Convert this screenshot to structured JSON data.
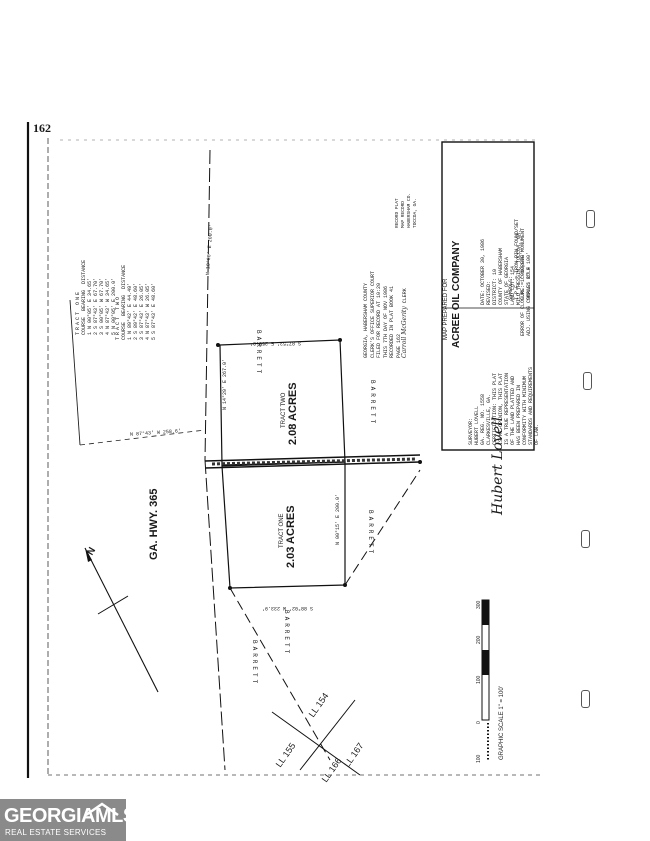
{
  "page_number": "162",
  "highway_label": "GA. HWY. 365",
  "north_label": "N",
  "tract_one": {
    "name": "TRACT ONE",
    "acres": "2.03 ACRES"
  },
  "tract_two": {
    "name": "TRACT TWO",
    "acres": "2.08 ACRES"
  },
  "land_lots": [
    "LL 154",
    "LL 155",
    "LL 166",
    "LL 167"
  ],
  "title_block": {
    "heading": "MAP PREPARED FOR",
    "company": "ACREE OIL COMPANY",
    "surveyor_lines": [
      "SURVEYOR:",
      "HUBERT LOVELL",
      "GA. REG. NO. 1558",
      "CLARKESVILLE, GA."
    ],
    "certification_lines": [
      "CERTIFICATION: THIS PLAT",
      "IS MY OPINION, THIS PLAT",
      "IS A TRUE REPRESENTATION",
      "OF THE LAND PLATTED AND",
      "HAS BEEN PREPARED IN",
      "CONFORMITY WITH MINIMUM",
      "STANDARDS AND REQUIREMENTS",
      "OF LAW."
    ],
    "error_lines": [
      "ERROR OF CLOSURE: 1'-10,000'",
      "ADJ. USING COMPASS RULE"
    ],
    "symbol_lines": [
      "SYMBOLS:",
      "I.P.F. = IRON PIN FOUND/SET",
      "C.M. = CONCRETE MONUMENT",
      "SCALE: 1\" = 100'"
    ],
    "location_lines": [
      "DATE: OCTOBER 30, 1986",
      "REVISED:",
      "DISTRICT: 10",
      "COUNTY OF HABERSHAM",
      "STATE OF GEORGIA",
      "LAND LOT: 154",
      "MILD THESSIN, TOCCOA, GA."
    ]
  },
  "recording_lines": [
    "GEORGIA, HABERSHAM COUNTY",
    "CLERK'S OFFICE SUPERIOR COURT",
    "FILED FOR RECORD AT 10:20",
    "THIS 7TH DAY OF NOV 1986",
    "RECORDED IN PLAT BOOK 41",
    "PAGE 162",
    "CLERK"
  ],
  "clerk_signature": "Carroll McGerity",
  "surveyor_signature": "Hubert Lovell",
  "small_block_lines": [
    "RECORD PLAT",
    "MAP RECORD",
    "HABERSHAM CO.",
    "TOCCOA, GA."
  ],
  "table_one": {
    "title": "TRACT ONE",
    "headers": [
      "COURSE",
      "BEARING",
      "DISTANCE"
    ],
    "rows": [
      [
        "1",
        "N 00°05' E",
        "34.65'"
      ],
      [
        "2",
        "S 87°43' E",
        "67.70'"
      ],
      [
        "3",
        "S 00°05' W",
        "67.70'"
      ],
      [
        "4",
        "N 87°43' W",
        "34.65'"
      ],
      [
        "5",
        "N 00°05' E",
        "200.0'"
      ]
    ]
  },
  "table_two": {
    "title": "TRACT TWO",
    "headers": [
      "COURSE",
      "BEARING",
      "DISTANCE"
    ],
    "rows": [
      [
        "1",
        "N 89°42' E",
        "44.49'"
      ],
      [
        "2",
        "S 89°42' E",
        "48.60'"
      ],
      [
        "3",
        "S 87°43' E",
        "26.05'"
      ],
      [
        "4",
        "N 87°43' W",
        "26.05'"
      ],
      [
        "5",
        "S 87°43' E",
        "48.60'"
      ]
    ]
  },
  "graphic_scale": {
    "label": "GRAPHIC SCALE 1\" = 100'",
    "ticks": [
      "100",
      "0",
      "100",
      "200",
      "300"
    ]
  },
  "boundary_labels": [
    "N 10°00' E 200.0'",
    "N 87°43' W 258.6'",
    "N 14°29' E 267.0'",
    "S 87°53' E 250.0'",
    "S 88°02' W 233.9'",
    "N 00°15' E 200.0'"
  ],
  "adjoiner_labels": [
    "BARRETT",
    "BARRETT",
    "BARRETT",
    "BARRETT",
    "BARRETT"
  ],
  "brand": {
    "main": "GEORGIAMLS",
    "sub": "REAL ESTATE SERVICES",
    "color": "#8a8a8a"
  }
}
